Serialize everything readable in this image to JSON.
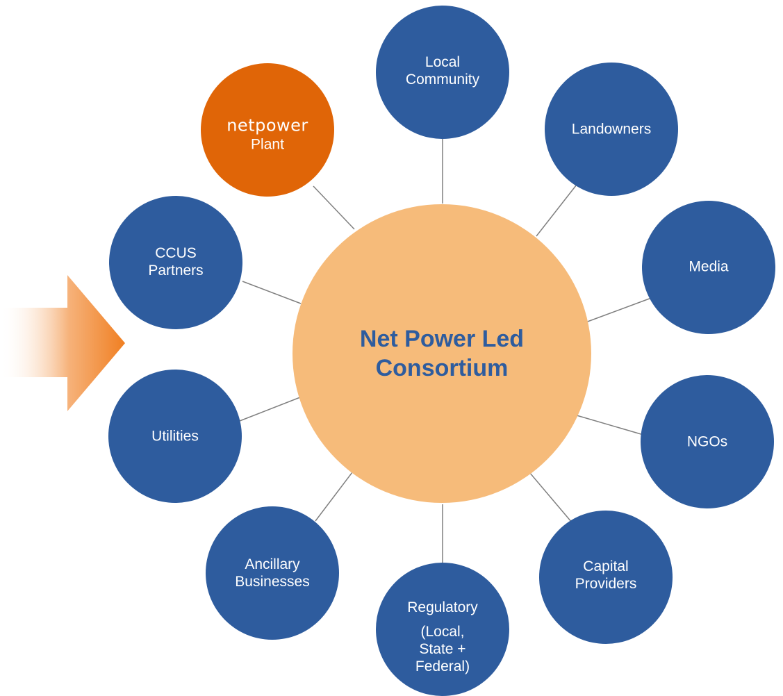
{
  "center": {
    "line1": "Net Power Led",
    "line2": "Consortium"
  },
  "nodes": {
    "local_community": {
      "line1": "Local",
      "line2": "Community"
    },
    "landowners": {
      "label": "Landowners"
    },
    "media": {
      "label": "Media"
    },
    "ngos": {
      "label": "NGOs"
    },
    "capital_providers": {
      "line1": "Capital",
      "line2": "Providers"
    },
    "regulatory": {
      "line1": "Regulatory",
      "line2": "(Local,",
      "line3": "State +",
      "line4": "Federal)"
    },
    "ancillary_businesses": {
      "line1": "Ancillary",
      "line2": "Businesses"
    },
    "utilities": {
      "label": "Utilities"
    },
    "ccus_partners": {
      "line1": "CCUS",
      "line2": "Partners"
    },
    "plant": {
      "logo": "netpower",
      "label": "Plant"
    }
  },
  "colors": {
    "node_blue": "#2e5c9e",
    "center_fill": "#f6bb7a",
    "plant_orange": "#e06507",
    "connector": "#7f7f7f",
    "arrow_orange": "#f07f22"
  }
}
